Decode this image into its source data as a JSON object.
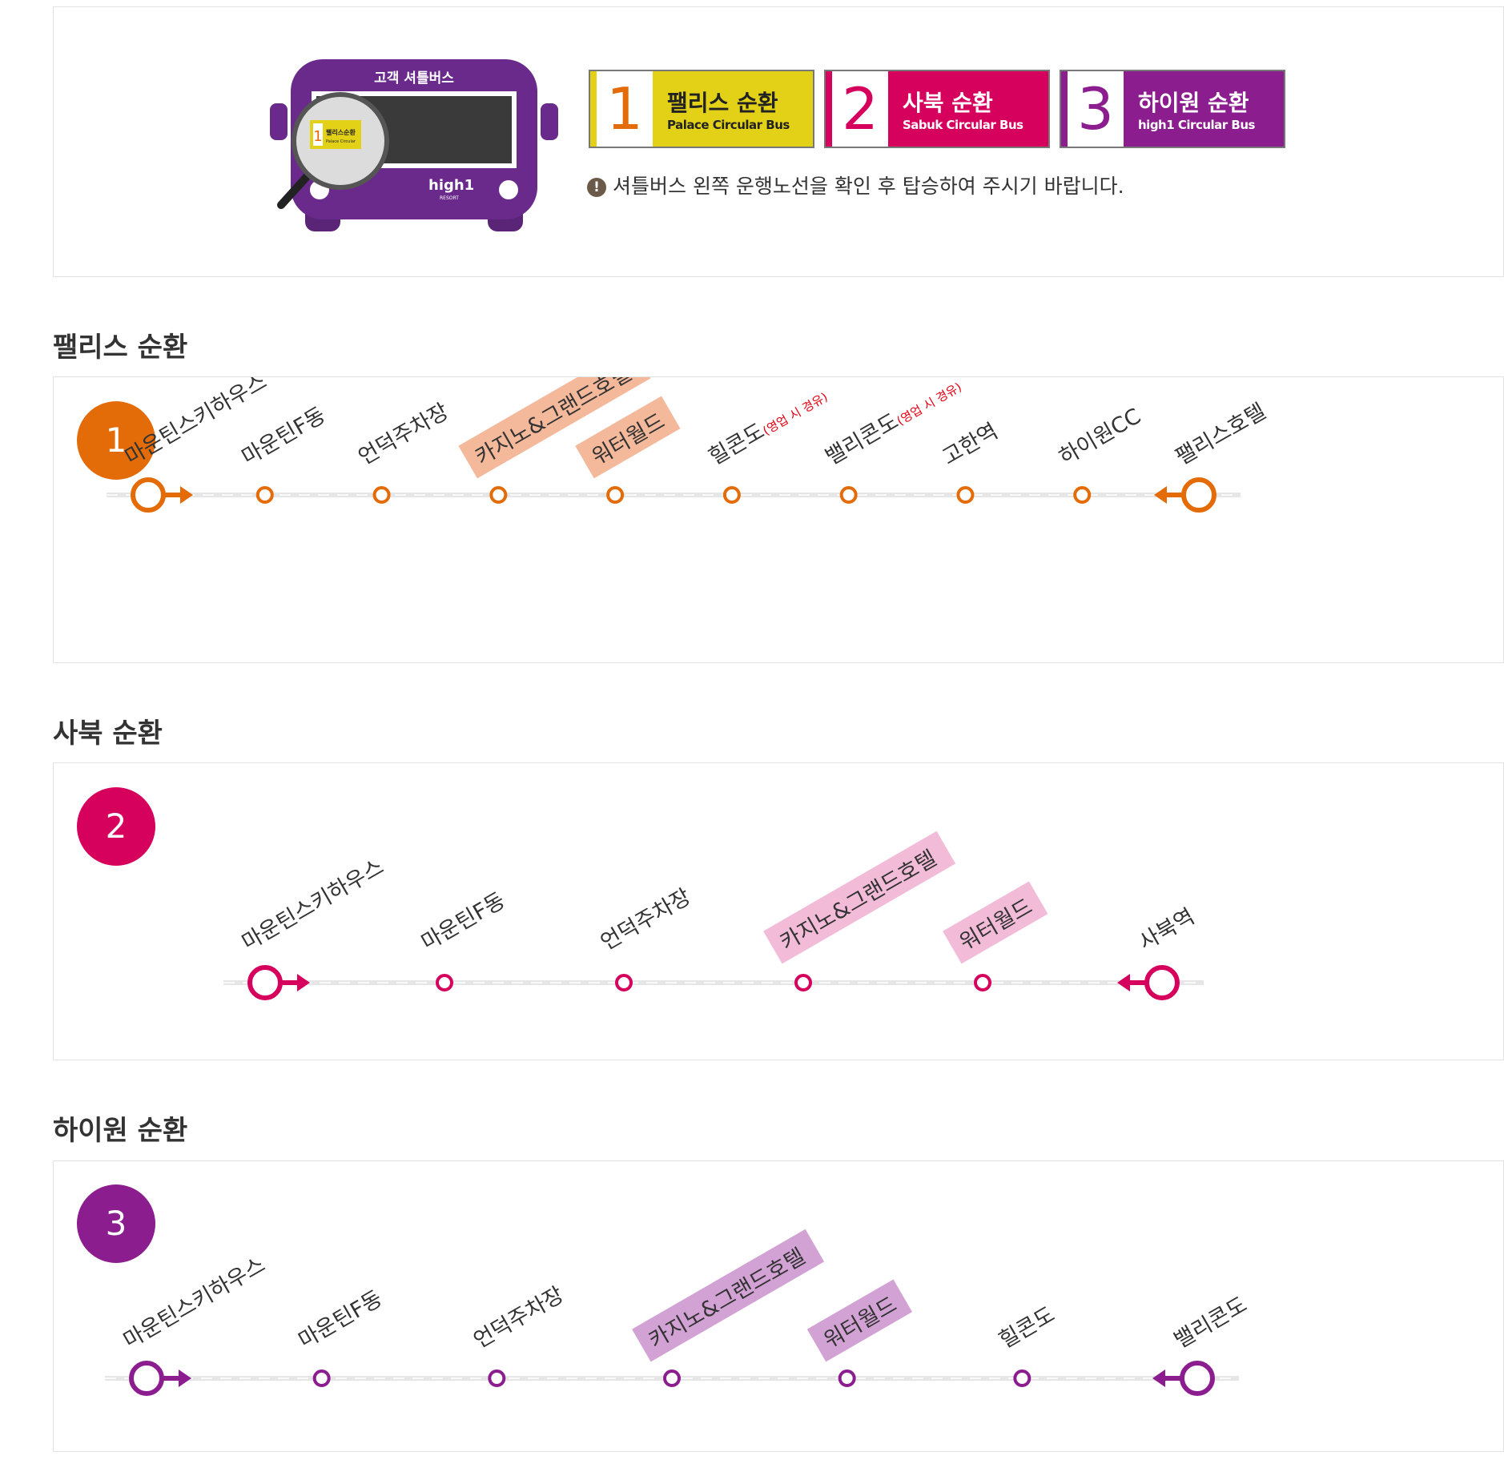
{
  "bus_illustration": {
    "sign_text": "고객 셔틀버스",
    "plate_text": "팰리스순환",
    "plate_sub": "Palace Circular",
    "brand": "high1",
    "brand_sub": "RESORT"
  },
  "legend": [
    {
      "num": "1",
      "ko": "팰리스 순환",
      "en": "Palace Circular Bus",
      "color": "#e3d117",
      "num_color": "#e36c09"
    },
    {
      "num": "2",
      "ko": "사북 순환",
      "en": "Sabuk Circular Bus",
      "color": "#d6005d",
      "num_color": "#d6005d"
    },
    {
      "num": "3",
      "ko": "하이원 순환",
      "en": "high1 Circular Bus",
      "color": "#8b1d8f",
      "num_color": "#8b1d8f"
    }
  ],
  "notice": "셔틀버스 왼쪽 운행노선을 확인 후 탑승하여 주시기 바랍니다.",
  "notice_icon": "exclamation-icon",
  "routes": [
    {
      "title": "팰리스 순환",
      "num": "1",
      "color": "#e36c09",
      "highlight": "#f4b89a",
      "stops": [
        {
          "name": "마운틴스키하우스",
          "note": "",
          "hl": false
        },
        {
          "name": "마운틴F동",
          "note": "",
          "hl": false
        },
        {
          "name": "언덕주차장",
          "note": "",
          "hl": false
        },
        {
          "name": "카지노&그랜드호텔",
          "note": "",
          "hl": true
        },
        {
          "name": "워터월드",
          "note": "",
          "hl": true
        },
        {
          "name": "힐콘도",
          "note": "(영업 시 경유)",
          "hl": false
        },
        {
          "name": "밸리콘도",
          "note": "(영업 시 경유)",
          "hl": false
        },
        {
          "name": "고한역",
          "note": "",
          "hl": false
        },
        {
          "name": "하이원CC",
          "note": "",
          "hl": false
        },
        {
          "name": "팰리스호텔",
          "note": "",
          "hl": false
        }
      ]
    },
    {
      "title": "사북 순환",
      "num": "2",
      "color": "#d6005d",
      "highlight": "#f2bcd8",
      "stops": [
        {
          "name": "마운틴스키하우스",
          "note": "",
          "hl": false
        },
        {
          "name": "마운틴F동",
          "note": "",
          "hl": false
        },
        {
          "name": "언덕주차장",
          "note": "",
          "hl": false
        },
        {
          "name": "카지노&그랜드호텔",
          "note": "",
          "hl": true
        },
        {
          "name": "워터월드",
          "note": "",
          "hl": true
        },
        {
          "name": "사북역",
          "note": "",
          "hl": false
        }
      ]
    },
    {
      "title": "하이원 순환",
      "num": "3",
      "color": "#8b1d8f",
      "highlight": "#d2a2d4",
      "stops": [
        {
          "name": "마운틴스키하우스",
          "note": "",
          "hl": false
        },
        {
          "name": "마운틴F동",
          "note": "",
          "hl": false
        },
        {
          "name": "언덕주차장",
          "note": "",
          "hl": false
        },
        {
          "name": "카지노&그랜드호텔",
          "note": "",
          "hl": true
        },
        {
          "name": "워터월드",
          "note": "",
          "hl": true
        },
        {
          "name": "힐콘도",
          "note": "",
          "hl": false
        },
        {
          "name": "밸리콘도",
          "note": "",
          "hl": false
        }
      ]
    }
  ],
  "note_color": "#e60012"
}
